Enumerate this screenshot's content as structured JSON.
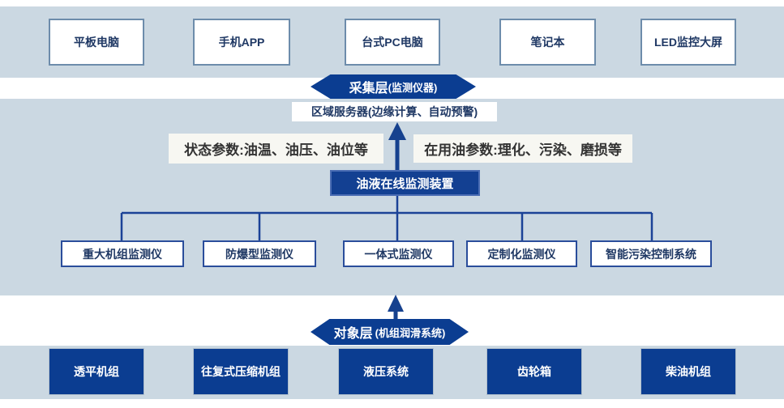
{
  "presentation_row": {
    "items": [
      {
        "label": "平板电脑"
      },
      {
        "label": "手机APP"
      },
      {
        "label": "台式PC电脑"
      },
      {
        "label": "笔记本"
      },
      {
        "label": "LED监控大屏"
      }
    ]
  },
  "collection_badge": {
    "main": "采集层",
    "sub": "(监测仪器)"
  },
  "server_box": {
    "label": "区域服务器(边缘计算、自动预警)"
  },
  "param_labels": {
    "status": "状态参数:油温、油压、油位等",
    "oil": "在用油参数:理化、污染、磨损等"
  },
  "monitor_device": {
    "label": "油液在线监测装置"
  },
  "monitor_row": {
    "items": [
      {
        "label": "重大机组监测仪"
      },
      {
        "label": "防爆型监测仪"
      },
      {
        "label": "一体式监测仪"
      },
      {
        "label": "定制化监测仪"
      },
      {
        "label": "智能污染控制系统"
      }
    ]
  },
  "object_badge": {
    "main": "对象层",
    "sub": "(机组润滑系统)"
  },
  "equipment_row": {
    "items": [
      {
        "label": "透平机组"
      },
      {
        "label": "往复式压缩机组"
      },
      {
        "label": "液压系统"
      },
      {
        "label": "齿轮箱"
      },
      {
        "label": "柴油机组"
      }
    ]
  },
  "colors": {
    "band": "#cbd8e2",
    "dark_blue": "#0b3d91",
    "connector": "#1b4297",
    "navy_text": "#1f3864"
  }
}
